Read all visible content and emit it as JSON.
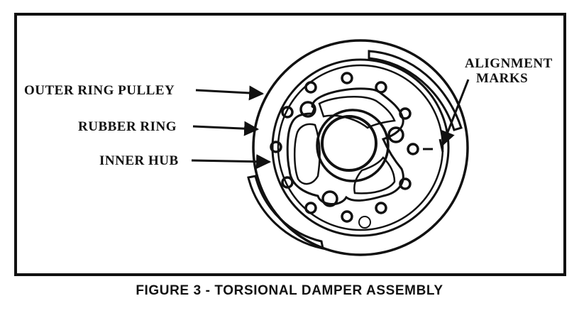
{
  "labels": {
    "outer_ring_pulley": "OUTER RING PULLEY",
    "rubber_ring": "RUBBER RING",
    "inner_hub": "INNER HUB",
    "alignment_marks_line1": "ALIGNMENT",
    "alignment_marks_line2": "MARKS"
  },
  "caption": "FIGURE 3 - TORSIONAL DAMPER ASSEMBLY",
  "ink_color": "#111111",
  "paper_color": "#ffffff"
}
